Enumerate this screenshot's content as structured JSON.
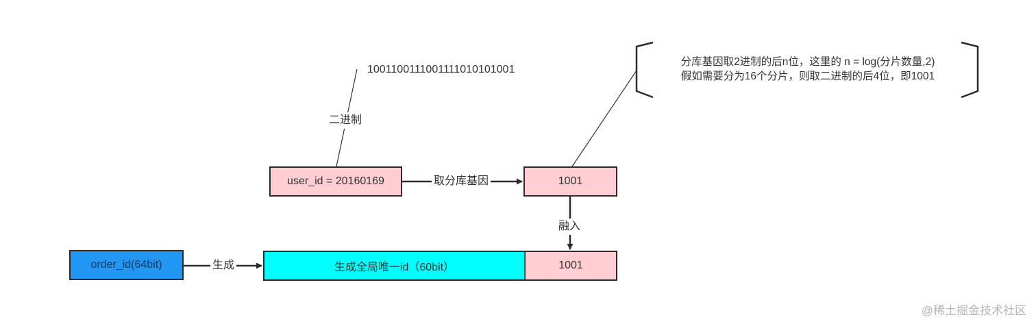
{
  "diagram": {
    "nodes": {
      "user_id": "user_id = 20160169",
      "gene_top": "1001",
      "order_id": "order_id(64bit)",
      "global_id": "生成全局唯一id（60bit）",
      "gene_bottom": "1001"
    },
    "binary_value": "1001100111001111010101001",
    "edge_labels": {
      "binary": "二进制",
      "take_gene": "取分库基因",
      "merge": "融入",
      "generate": "生成"
    },
    "note": {
      "line1": "分库基因取2进制的后n位，这里的 n = log(分片数量,2)",
      "line2": "假如需要分为16个分片，则取二进制的后4位，即1001"
    },
    "watermark": "@稀土掘金技术社区",
    "colors": {
      "pink": "#ffcdd2",
      "blue": "#2196f3",
      "cyan": "#00ffff",
      "stroke": "#2b2b2b"
    }
  }
}
